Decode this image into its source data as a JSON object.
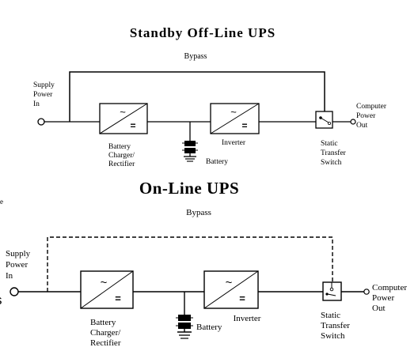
{
  "top": {
    "title": "Standby Off-Line UPS",
    "bypass": "Bypass",
    "supply": [
      "Supply",
      "Power",
      "In"
    ],
    "charger": [
      "Battery",
      "Charger/",
      "Rectifier"
    ],
    "inverter": "Inverter",
    "battery": "Battery",
    "switch": [
      "Static",
      "Transfer",
      "Switch"
    ],
    "output": [
      "Computer",
      "Power",
      "Out"
    ]
  },
  "bottom": {
    "title": "On-Line UPS",
    "bypass": "Bypass",
    "supply": [
      "Supply",
      "Power",
      "In"
    ],
    "charger": [
      "Battery",
      "Charger/",
      "Rectifier"
    ],
    "inverter": "Inverter",
    "battery": "Battery",
    "switch": [
      "Static",
      "Transfer",
      "Switch"
    ],
    "output": [
      "Computer",
      "Power",
      "Out"
    ]
  },
  "edge_marks": {
    "left_char": "s",
    "left_small": "e"
  },
  "symbols": {
    "ac": "~",
    "dc": "="
  },
  "colors": {
    "ink": "#000000",
    "background": "#ffffff"
  }
}
